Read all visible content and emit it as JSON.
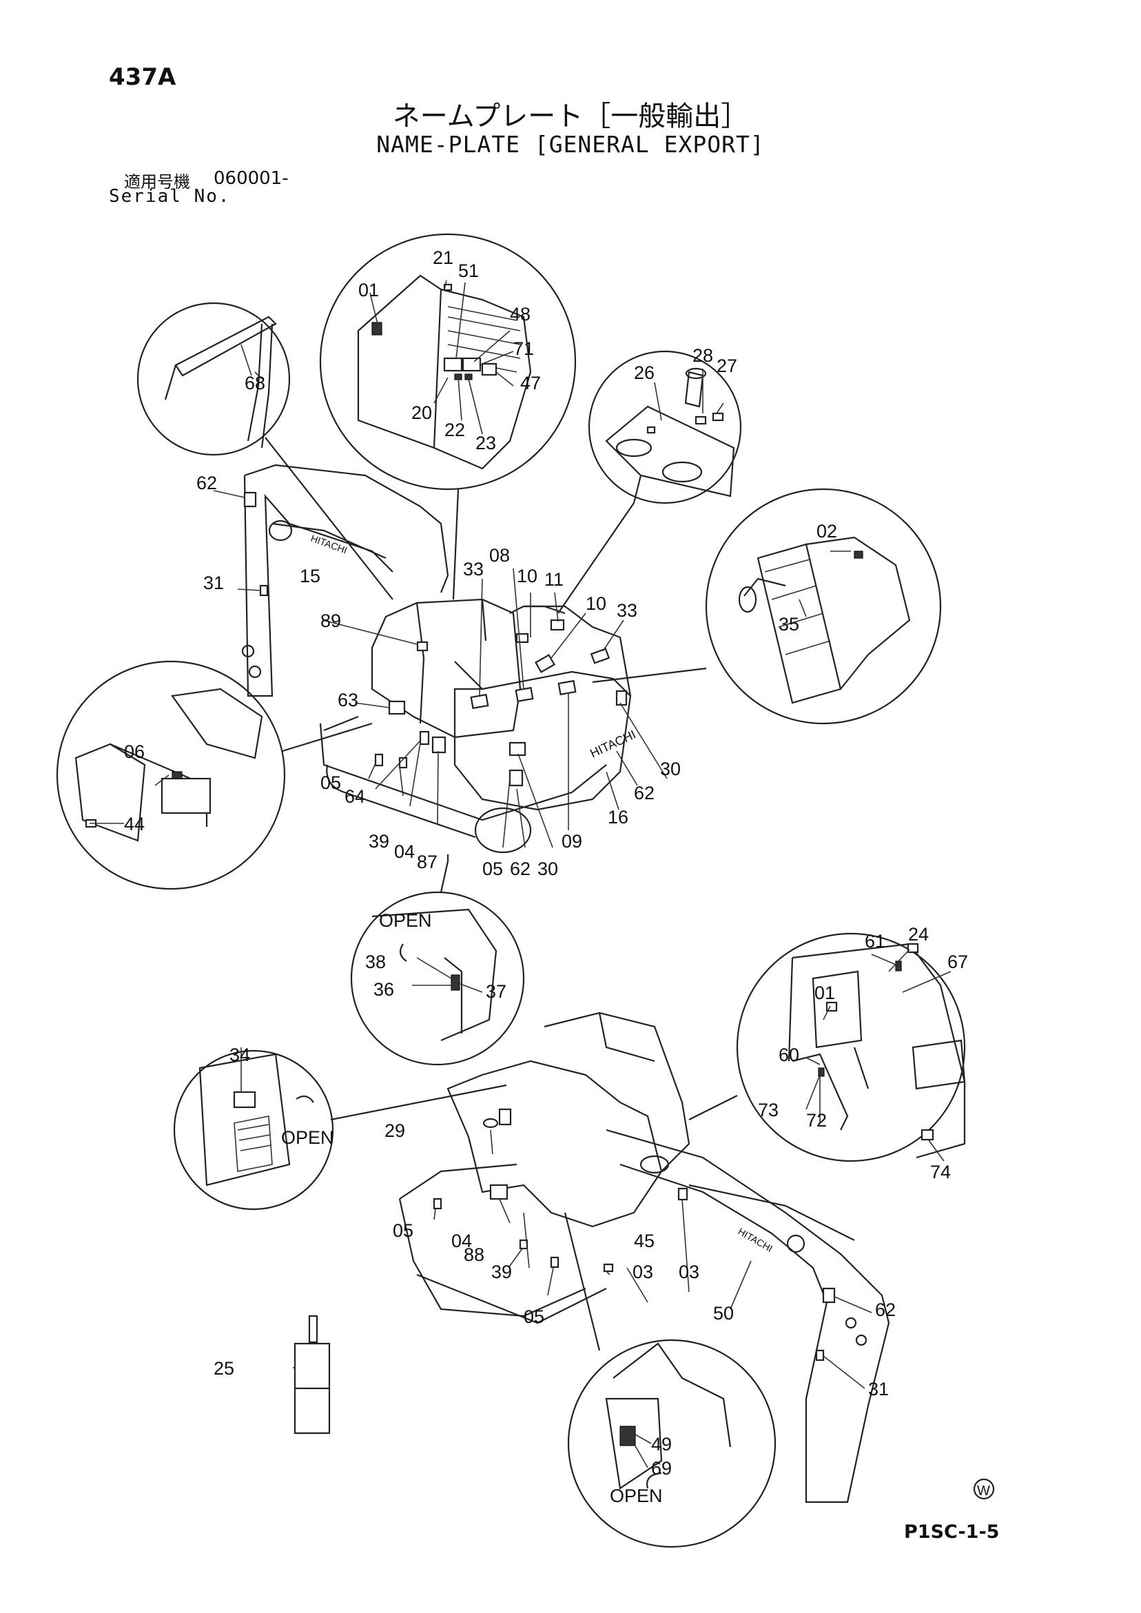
{
  "header": {
    "page_number": "437A",
    "title_jp": "ネームプレート［一般輸出］",
    "title_en": "NAME-PLATE [GENERAL EXPORT]",
    "serial_label_jp": "適用号機",
    "serial_value": "060001-",
    "serial_label_en": "Serial No."
  },
  "watermark": "W",
  "footer": {
    "code": "P1SC-1-5"
  },
  "brand_text": "HITACHI",
  "open_label": "OPEN",
  "callouts": [
    "01",
    "02",
    "03",
    "04",
    "05",
    "06",
    "08",
    "09",
    "10",
    "11",
    "15",
    "16",
    "20",
    "21",
    "22",
    "23",
    "24",
    "25",
    "26",
    "27",
    "28",
    "29",
    "30",
    "31",
    "33",
    "34",
    "35",
    "36",
    "37",
    "38",
    "39",
    "44",
    "45",
    "47",
    "48",
    "49",
    "50",
    "51",
    "60",
    "61",
    "62",
    "63",
    "64",
    "67",
    "68",
    "69",
    "71",
    "72",
    "73",
    "74",
    "87",
    "88",
    "89"
  ]
}
